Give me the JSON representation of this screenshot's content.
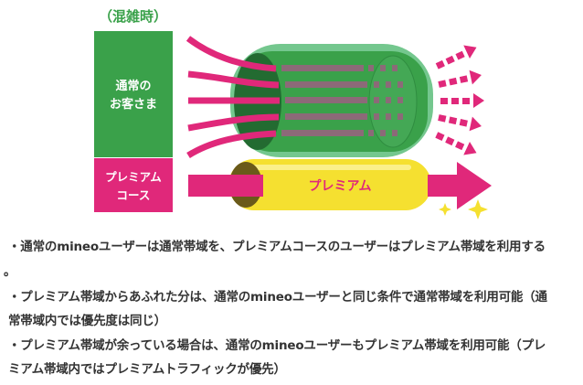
{
  "diagram": {
    "title": "（混雑時）",
    "normal_users_label_line1": "通常の",
    "normal_users_label_line2": "お客さま",
    "premium_course_label_line1": "プレミアム",
    "premium_course_label_line2": "コース",
    "premium_pipe_label": "プレミアム",
    "colors": {
      "green": "#3aa14a",
      "pink": "#e0287a",
      "yellow": "#f5e030",
      "title_green": "#3aa14a"
    }
  },
  "description_lines": [
    "・通常のmineoユーザーは通常帯域を、プレミアムコースのユーザーはプレミアム帯域を利用する",
    "。",
    "・プレミアム帯域からあふれた分は、通常のmineoユーザーと同じ条件で通常帯域を利用可能（通",
    "常帯域内では優先度は同じ）",
    "・プレミアム帯域が余っている場合は、通常のmineoユーザーもプレミアム帯域を利用可能（プレ",
    "ミアム帯域内ではプレミアムトラフィックが優先）"
  ]
}
